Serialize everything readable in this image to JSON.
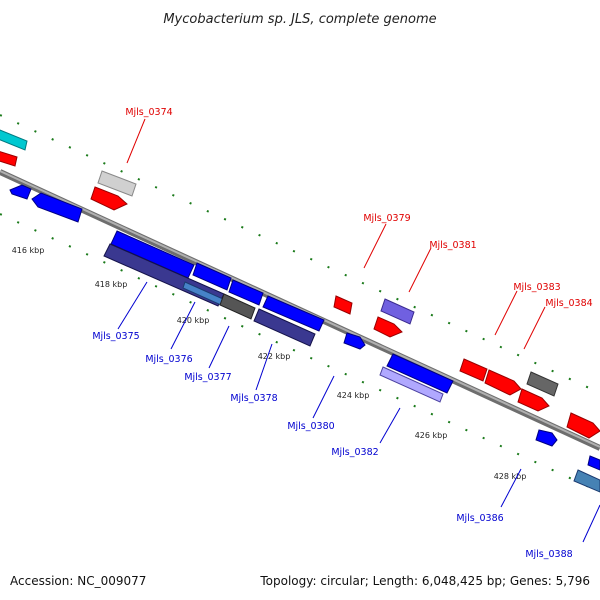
{
  "title": "Mycobacterium sp. JLS, complete genome",
  "footer": {
    "accession": "Accession: NC_009077",
    "summary": "Topology: circular; Length: 6,048,425 bp; Genes: 5,796"
  },
  "colors": {
    "backbone": "#8a8a8a",
    "tick_dots": "#1a7a1a",
    "fwd_label": "#e00000",
    "rev_label": "#0000d0",
    "fwd_gene": "#ff0000",
    "rev_gene": "#0000ff"
  },
  "ticks": [
    "416 kbp",
    "418 kbp",
    "420 kbp",
    "422 kbp",
    "424 kbp",
    "426 kbp",
    "428 kbp"
  ],
  "gene_labels": {
    "forward": [
      "Mjls_0374",
      "Mjls_0379",
      "Mjls_0381",
      "Mjls_0383",
      "Mjls_0384"
    ],
    "reverse": [
      "Mjls_0375",
      "Mjls_0376",
      "Mjls_0377",
      "Mjls_0378",
      "Mjls_0380",
      "Mjls_0382",
      "Mjls_0386",
      "Mjls_0388"
    ]
  }
}
